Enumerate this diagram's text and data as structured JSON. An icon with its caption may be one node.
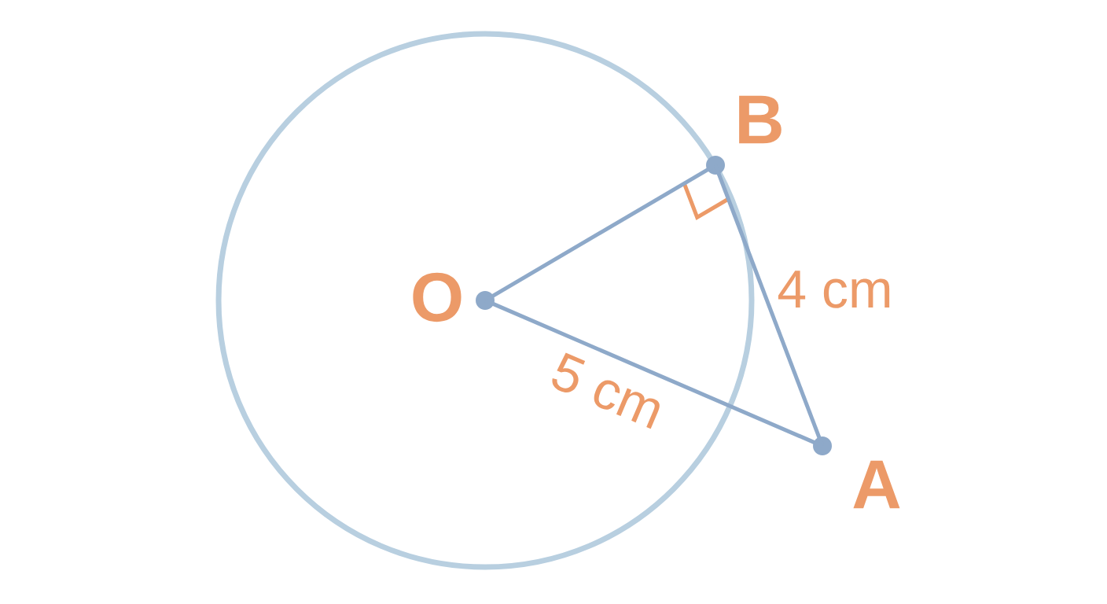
{
  "diagram": {
    "nodes": [
      {
        "text": [],
        "shape": "circle",
        "beside": [
          "O"
        ]
      },
      {
        "text": [],
        "shape": "circle",
        "beside": [
          "B"
        ]
      },
      {
        "text": [],
        "shape": "circle",
        "beside": [
          "A"
        ]
      }
    ],
    "edges": [
      {
        "from": 0,
        "to": 1,
        "arrow": "none"
      },
      {
        "from": 1,
        "to": 2,
        "arrow": "none",
        "label": "4 cm"
      },
      {
        "from": 0,
        "to": 2,
        "arrow": "none",
        "label": "5 cm"
      }
    ]
  }
}
